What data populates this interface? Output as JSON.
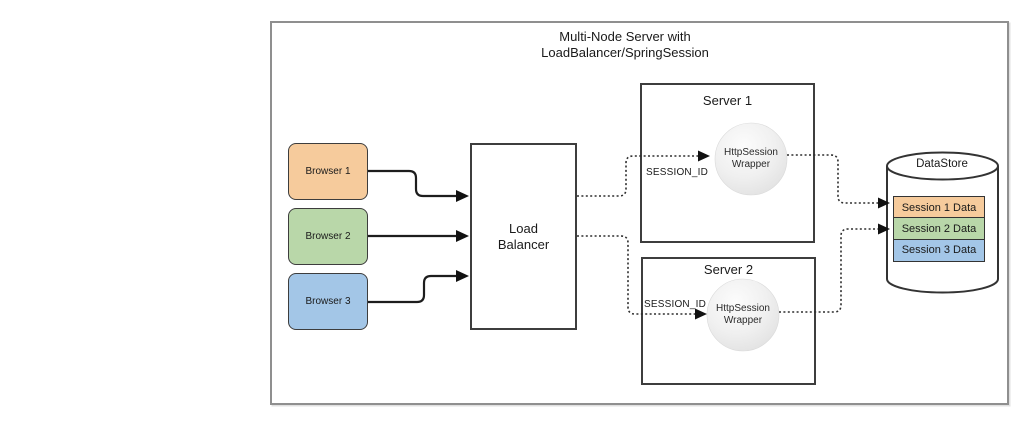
{
  "diagram": {
    "title": "Multi-Node Server with\nLoadBalancer/SpringSession"
  },
  "browsers": [
    {
      "label": "Browser 1",
      "color": "#F6CB9C"
    },
    {
      "label": "Browser 2",
      "color": "#B9D7A9"
    },
    {
      "label": "Browser 3",
      "color": "#A3C6E7"
    }
  ],
  "load_balancer": {
    "label": "Load\nBalancer"
  },
  "servers": [
    {
      "title": "Server 1",
      "session_label": "SESSION_ID",
      "wrapper_label": "HttpSession\nWrapper"
    },
    {
      "title": "Server 2",
      "session_label": "SESSION_ID",
      "wrapper_label": "HttpSession\nWrapper"
    }
  ],
  "datastore": {
    "title": "DataStore",
    "rows": [
      {
        "label": "Session 1 Data",
        "color": "#F6CB9C"
      },
      {
        "label": "Session 2 Data",
        "color": "#B9D7A9"
      },
      {
        "label": "Session 3 Data",
        "color": "#A3C6E7"
      }
    ]
  },
  "colors": {
    "outer_border": "#8F8F8F",
    "node_border": "#3D3D3D",
    "connector": "#1D1D1D",
    "wrapper_fill": "#EDEDED",
    "orange": "#F6CB9C",
    "green": "#B9D7A9",
    "blue": "#A3C6E7"
  }
}
